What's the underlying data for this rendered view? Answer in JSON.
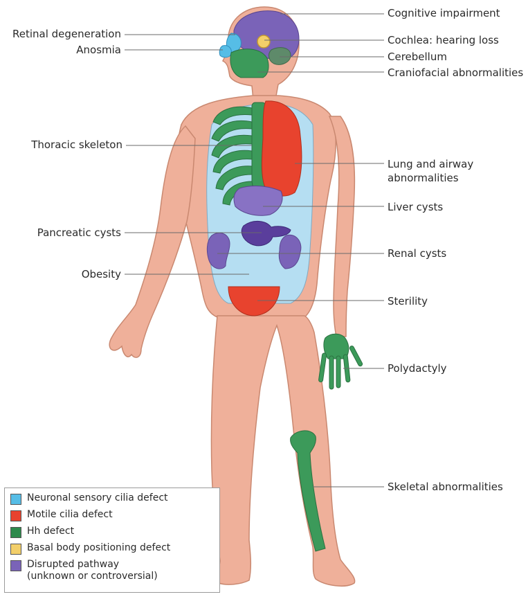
{
  "labels": {
    "cognitive": "Cognitive impairment",
    "retinal": "Retinal degeneration",
    "cochlea": "Cochlea: hearing loss",
    "anosmia": "Anosmia",
    "cerebellum": "Cerebellum",
    "craniofacial": "Craniofacial abnormalities",
    "thoracic": "Thoracic skeleton",
    "lung_line1": "Lung and airway",
    "lung_line2": "abnormalities",
    "liver": "Liver cysts",
    "pancreatic": "Pancreatic cysts",
    "renal": "Renal cysts",
    "obesity": "Obesity",
    "sterility": "Sterility",
    "polydactyly": "Polydactyly",
    "skeletal": "Skeletal abnormalities"
  },
  "legend": [
    {
      "text": "Neuronal sensory cilia defect",
      "color": "#56bde6"
    },
    {
      "text": "Motile cilia defect",
      "color": "#e8432e"
    },
    {
      "text": "Hh defect",
      "color": "#2e8a4c"
    },
    {
      "text": "Basal body positioning defect",
      "color": "#f3cf6a"
    },
    {
      "text": "Disrupted pathway",
      "text2": "(unknown or controversial)",
      "color": "#7a63b8"
    }
  ],
  "colors": {
    "skin": "#efb09a",
    "skin_outline": "#c98870",
    "sensory": "#56bde6",
    "abdomen": "#b5def2",
    "motile": "#e8432e",
    "hh": "#3c9a5a",
    "basal": "#f3cf6a",
    "disrupted": "#7a63b8",
    "leader": "#6a6a6a"
  }
}
